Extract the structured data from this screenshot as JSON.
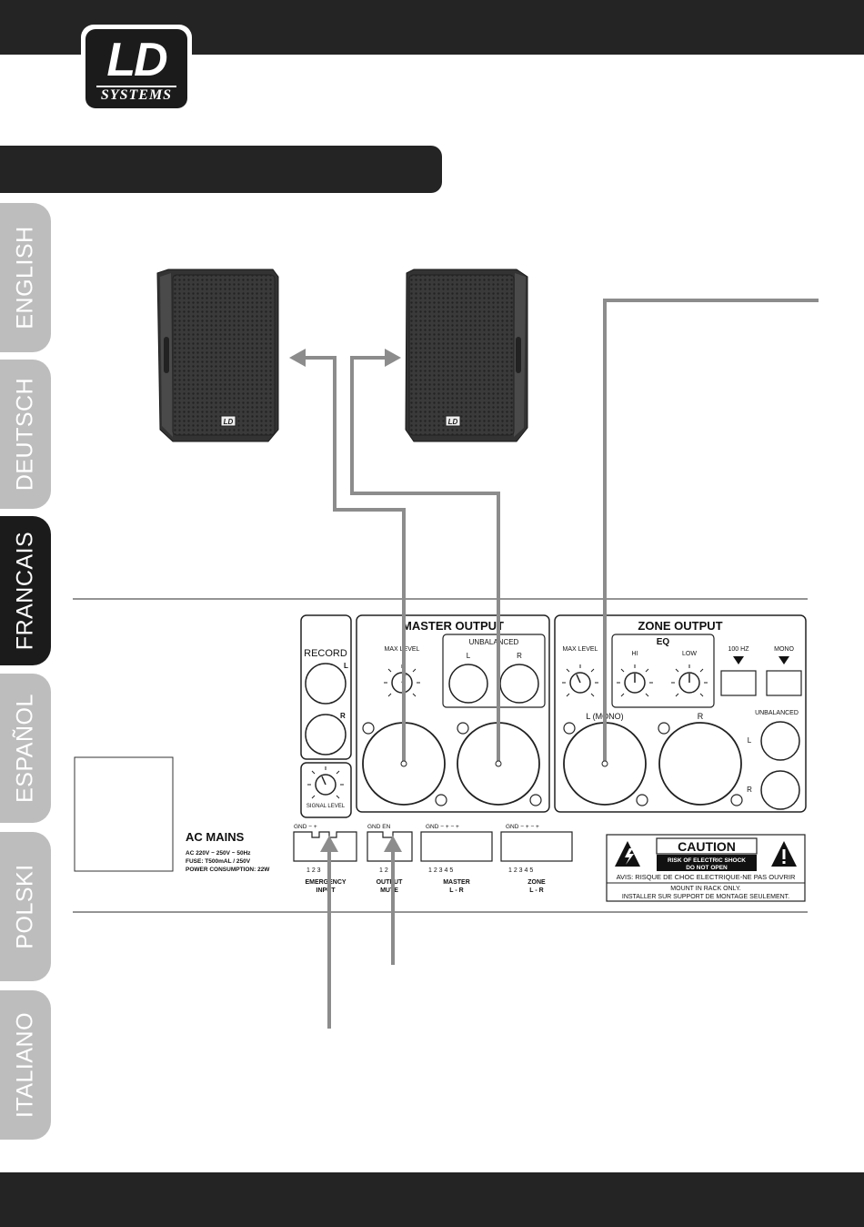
{
  "logo": {
    "brand": "LD",
    "subtitle": "SYSTEMS"
  },
  "tabs": [
    {
      "label": "ENGLISH",
      "active": false
    },
    {
      "label": "DEUTSCH",
      "active": false
    },
    {
      "label": "FRANCAIS",
      "active": true
    },
    {
      "label": "ESPAÑOL",
      "active": false
    },
    {
      "label": "POLSKI",
      "active": false
    },
    {
      "label": "ITALIANO",
      "active": false
    }
  ],
  "panel": {
    "record": {
      "title": "RECORD",
      "left": "L",
      "right": "R"
    },
    "signal_level": "SIGNAL LEVEL",
    "master_output": {
      "title": "MASTER OUTPUT",
      "max_level": "MAX LEVEL",
      "unbalanced": "UNBALANCED",
      "l": "L",
      "r": "R"
    },
    "zone_output": {
      "title": "ZONE OUTPUT",
      "max_level": "MAX LEVEL",
      "eq": "EQ",
      "hi": "HI",
      "low": "LOW",
      "hz100": "100 HZ",
      "mono": "MONO",
      "l_mono": "L (MONO)",
      "r": "R",
      "unbalanced": "UNBALANCED",
      "ub_l": "L",
      "ub_r": "R"
    },
    "ac_mains": {
      "title": "AC MAINS",
      "line1": "AC 220V ~ 250V ~ 50Hz",
      "line2": "FUSE: T500mAL / 250V",
      "line3": "POWER CONSUMPTION: 22W"
    },
    "terminals": [
      {
        "top": "GND  −  +",
        "nums": "1   2   3",
        "label1": "EMERGENCY",
        "label2": "INPUT"
      },
      {
        "top": "GND     EN",
        "nums": "1   2",
        "label1": "OUTPUT",
        "label2": "MUTE"
      },
      {
        "top": "GND −  +  −  +",
        "nums": "1  2  3  4  5",
        "label1": "MASTER",
        "label2": "L - R"
      },
      {
        "top": "GND −  +  −  +",
        "nums": "1  2  3  4  5",
        "label1": "ZONE",
        "label2": "L - R"
      }
    ],
    "caution": {
      "title": "CAUTION",
      "line1": "RISK OF ELECTRIC SHOCK",
      "line2": "DO NOT OPEN",
      "avis": "AVIS: RISQUE DE CHOC ELECTRIQUE-NE PAS OUVRIR",
      "mount1": "MOUNT IN RACK ONLY.",
      "mount2": "INSTALLER SUR SUPPORT DE MONTAGE SEULEMENT."
    }
  },
  "colors": {
    "bar": "#242424",
    "tab_inactive": "#bdbdbd",
    "tab_active": "#1b1b1b",
    "cable": "#8c8c8c"
  }
}
